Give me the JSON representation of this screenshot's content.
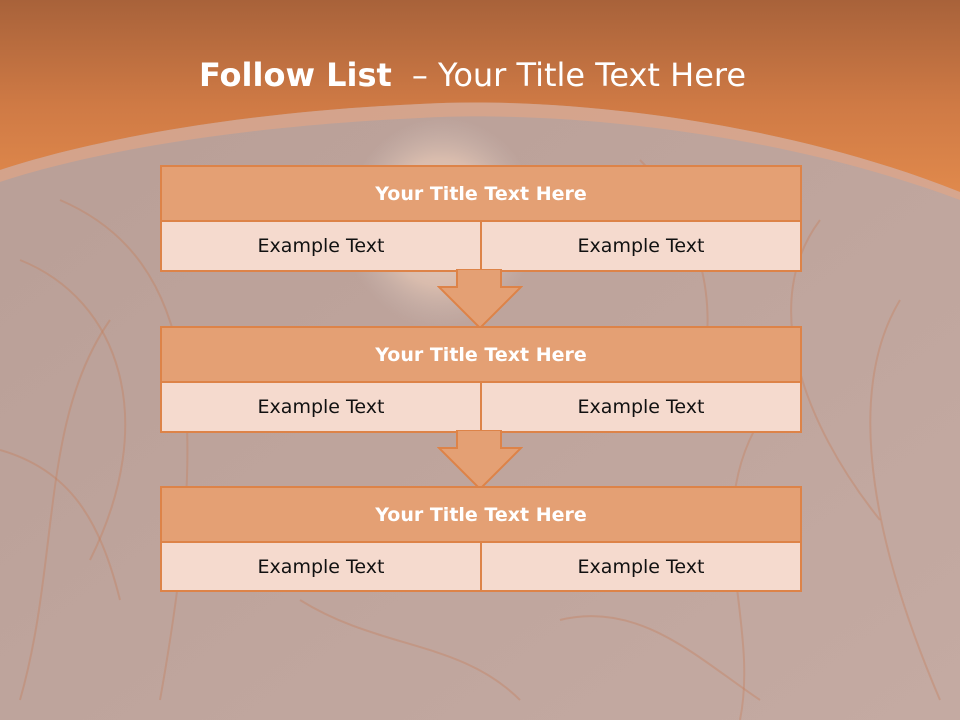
{
  "slide": {
    "title_bold": "Follow List",
    "title_rest": "– Your Title Text Here"
  },
  "steps": [
    {
      "title": "Your Title Text Here",
      "cells": [
        "Example Text",
        "Example Text"
      ]
    },
    {
      "title": "Your Title Text Here",
      "cells": [
        "Example Text",
        "Example Text"
      ]
    },
    {
      "title": "Your Title Text Here",
      "cells": [
        "Example Text",
        "Example Text"
      ]
    }
  ],
  "colors": {
    "accent": "#dd8348",
    "header_fill": "#e4a074",
    "cell_fill": "#f5dace",
    "banner_dark": "#a8623a",
    "banner_light": "#e0894c"
  },
  "icons": [
    "down-arrow-icon",
    "down-arrow-icon"
  ]
}
